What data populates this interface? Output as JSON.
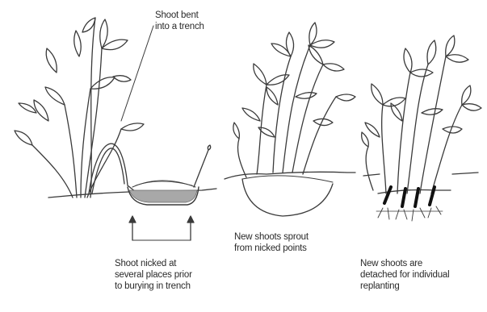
{
  "labels": {
    "shoot_bent": "Shoot bent\ninto a trench",
    "new_shoots_sprout": "New shoots sprout\nfrom nicked points",
    "shoot_nicked": "Shoot nicked at\nseveral places prior\nto burying in trench",
    "new_shoots_detached": "New shoots are\ndetached for individual\nreplanting"
  },
  "colors": {
    "ink": "#3a3a3a",
    "soil_fill": "#a8a8a8",
    "background": "#ffffff"
  }
}
